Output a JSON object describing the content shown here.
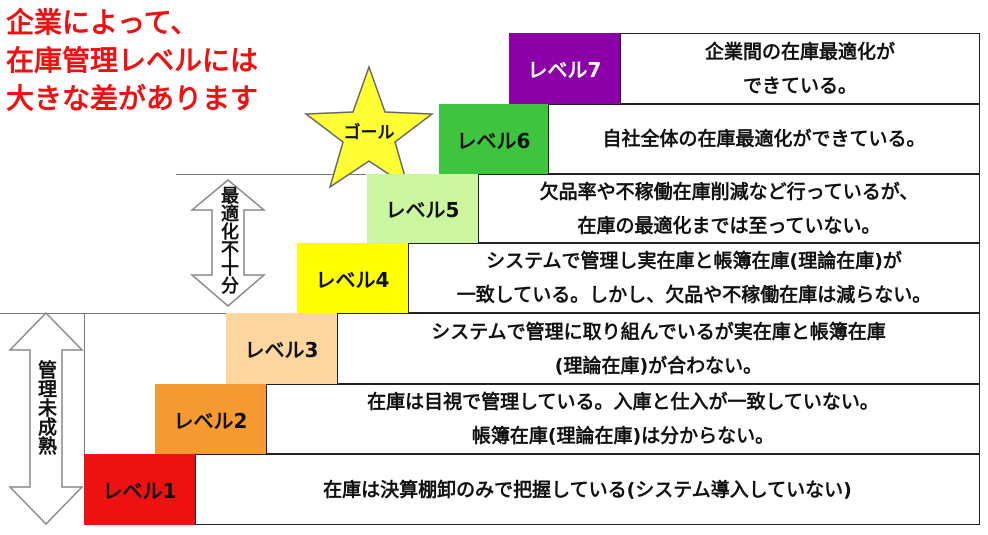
{
  "title": "企業によって、\n在庫管理レベルには\n大きな差があります",
  "goal_label": "ゴール",
  "arrows": {
    "optimization": "最適化不十分",
    "management": "管理未成熟"
  },
  "levels": [
    {
      "label": "レベル1",
      "desc": "在庫は決算棚卸のみで把握している(システム導入していない)",
      "color": "#ee1111"
    },
    {
      "label": "レベル2",
      "desc": "在庫は目視で管理している。入庫と仕入が一致していない。\n帳簿在庫(理論在庫)は分からない。",
      "color": "#f59a31"
    },
    {
      "label": "レベル3",
      "desc": "システムで管理に取り組んでいるが実在庫と帳簿在庫\n(理論在庫)が合わない。",
      "color": "#fbd69e"
    },
    {
      "label": "レベル4",
      "desc": "システムで管理し実在庫と帳簿在庫(理論在庫)が\n一致している。しかし、欠品や不稼働在庫は減らない。",
      "color": "#ffff00"
    },
    {
      "label": "レベル5",
      "desc": "欠品率や不稼働在庫削減など行っているが、\n在庫の最適化までは至っていない。",
      "color": "#ccf5a0"
    },
    {
      "label": "レベル6",
      "desc": "自社全体の在庫最適化ができている。",
      "color": "#3fc43f"
    },
    {
      "label": "レベル7",
      "desc": "企業間の在庫最適化が\nできている。",
      "color": "#8c00a8"
    }
  ]
}
